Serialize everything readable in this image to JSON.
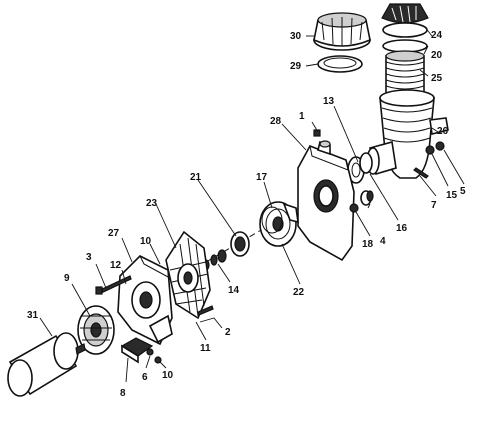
{
  "callouts": {
    "c1": "1",
    "c2": "2",
    "c3": "3",
    "c4": "4",
    "c5": "5",
    "c6": "6",
    "c7": "7",
    "c8": "8",
    "c9": "9",
    "c10a": "10",
    "c10b": "10",
    "c11": "11",
    "c12": "12",
    "c13": "13",
    "c14": "14",
    "c15": "15",
    "c16": "16",
    "c17": "17",
    "c18": "18",
    "c20": "20",
    "c21": "21",
    "c22": "22",
    "c23": "23",
    "c24": "24",
    "c25": "25",
    "c26": "26",
    "c27": "27",
    "c28": "28",
    "c29": "29",
    "c30": "30",
    "c31": "31"
  }
}
